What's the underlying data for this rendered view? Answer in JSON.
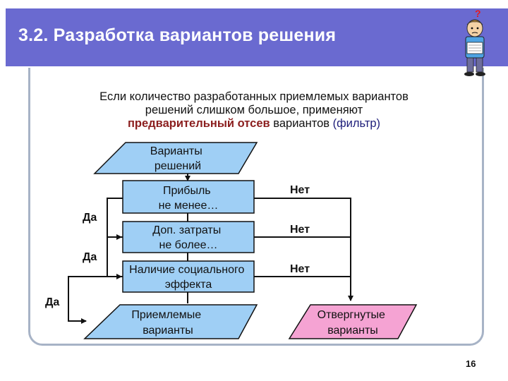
{
  "header": {
    "title": "3.2. Разработка вариантов решения"
  },
  "intro": {
    "line1": "Если количество разработанных приемлемых вариантов",
    "line2": "решений слишком большое, применяют",
    "line3_highlight": "предварительный отсев",
    "line3_middle": " вариантов ",
    "line3_paren": "(фильтр)"
  },
  "flow": {
    "input": [
      "Варианты",
      "решений"
    ],
    "criteria": [
      {
        "lines": [
          "Прибыль",
          "не менее…"
        ],
        "yes": "Да",
        "no": "Нет"
      },
      {
        "lines": [
          "Доп. затраты",
          "не более…"
        ],
        "yes": "Да",
        "no": "Нет"
      },
      {
        "lines": [
          "Наличие социального",
          "эффекта"
        ],
        "yes": "Да",
        "no": "Нет"
      }
    ],
    "accepted": [
      "Приемлемые",
      "варианты"
    ],
    "rejected": [
      "Отвергнутые",
      "варианты"
    ]
  },
  "colors": {
    "header_bg": "#6a6ad0",
    "process_fill": "#9fcff5",
    "rejected_fill": "#f5a3d3",
    "frame": "#a7b3c6"
  },
  "page_number": "16",
  "icons": {
    "mascot": "confused-person-with-question-mark-icon"
  }
}
